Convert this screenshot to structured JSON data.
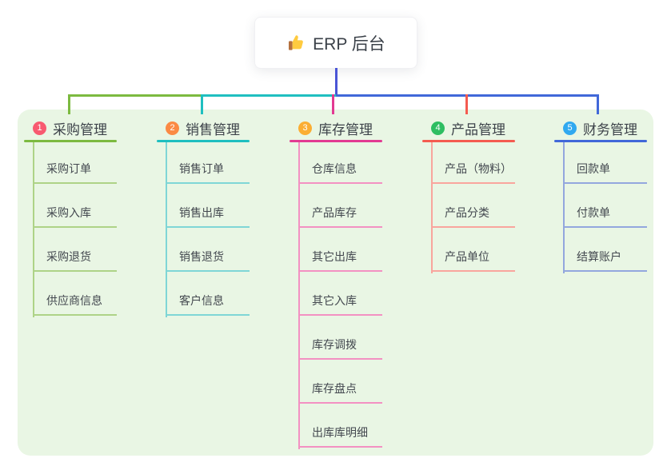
{
  "root": {
    "title": "ERP 后台",
    "icon": "thumbs-up"
  },
  "branches": [
    {
      "num": "1",
      "title": "采购管理",
      "badge_color": "#f85a70",
      "line_color": "#7cba40",
      "child_line_color": "#aed387",
      "children": [
        "采购订单",
        "采购入库",
        "采购退货",
        "供应商信息"
      ]
    },
    {
      "num": "2",
      "title": "销售管理",
      "badge_color": "#fb8a44",
      "line_color": "#1fbfc0",
      "child_line_color": "#7fd6d6",
      "children": [
        "销售订单",
        "销售出库",
        "销售退货",
        "客户信息"
      ]
    },
    {
      "num": "3",
      "title": "库存管理",
      "badge_color": "#fbae33",
      "line_color": "#e23a92",
      "child_line_color": "#f391c2",
      "children": [
        "仓库信息",
        "产品库存",
        "其它出库",
        "其它入库",
        "库存调拨",
        "库存盘点",
        "出库库明细"
      ]
    },
    {
      "num": "4",
      "title": "产品管理",
      "badge_color": "#2ebe62",
      "line_color": "#f45b50",
      "child_line_color": "#f9a59d",
      "children": [
        "产品（物料）",
        "产品分类",
        "产品单位"
      ]
    },
    {
      "num": "5",
      "title": "财务管理",
      "badge_color": "#30a9f0",
      "line_color": "#4168d9",
      "child_line_color": "#93a7de",
      "children": [
        "回款单",
        "付款单",
        "结算账户"
      ]
    }
  ],
  "colors": {
    "canvas": "#ffffff",
    "panel": "#e9f6e4",
    "root_line": "#4a55d6",
    "title_text": "#3d434a",
    "child_text": "#43484f"
  }
}
